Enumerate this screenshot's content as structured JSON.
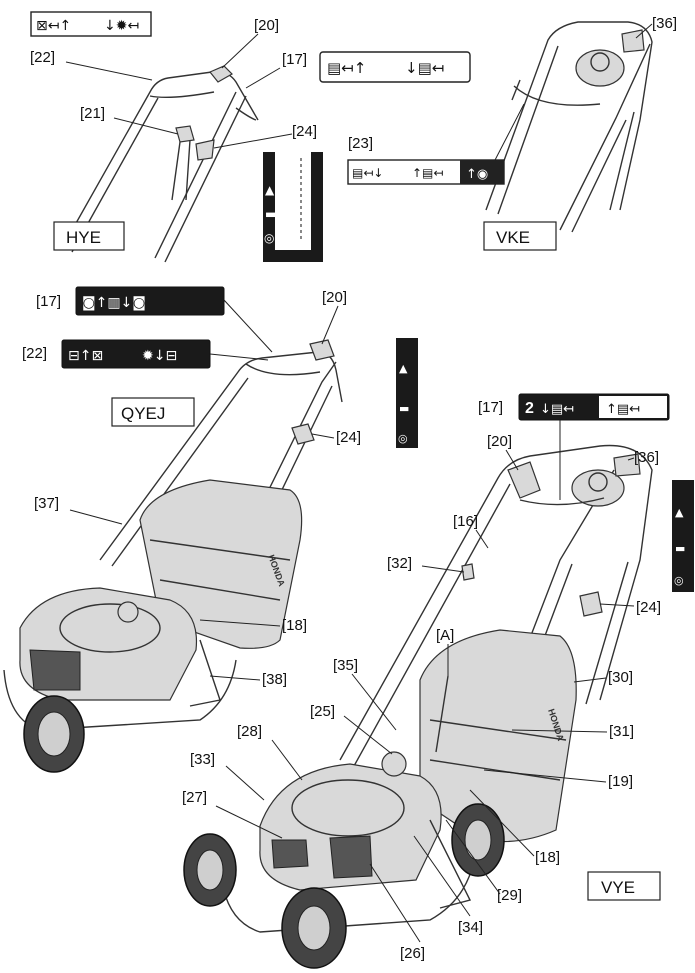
{
  "models": {
    "hye": "HYE",
    "vke": "VKE",
    "qyej": "QYEJ",
    "vye": "VYE"
  },
  "callouts": {
    "c16": "[16]",
    "c17": "[17]",
    "c18": "[18]",
    "c19": "[19]",
    "c20": "[20]",
    "c21": "[21]",
    "c22": "[22]",
    "c23": "[23]",
    "c24": "[24]",
    "c25": "[25]",
    "c26": "[26]",
    "c27": "[27]",
    "c28": "[28]",
    "c29": "[29]",
    "c30": "[30]",
    "c31": "[31]",
    "c32": "[32]",
    "c33": "[33]",
    "c34": "[34]",
    "c35": "[35]",
    "c36": "[36]",
    "c37": "[37]",
    "c38": "[38]",
    "cA": "[A]"
  },
  "brand": "HONDA",
  "decal_vye17_digit": "2",
  "icons": [
    "engine-stop-lever-icon",
    "blade-clutch-icon",
    "arrow-up-icon",
    "arrow-down-icon",
    "drive-clutch-icon",
    "choke-icon",
    "cutting-height-icon",
    "mower-deck-icon"
  ]
}
